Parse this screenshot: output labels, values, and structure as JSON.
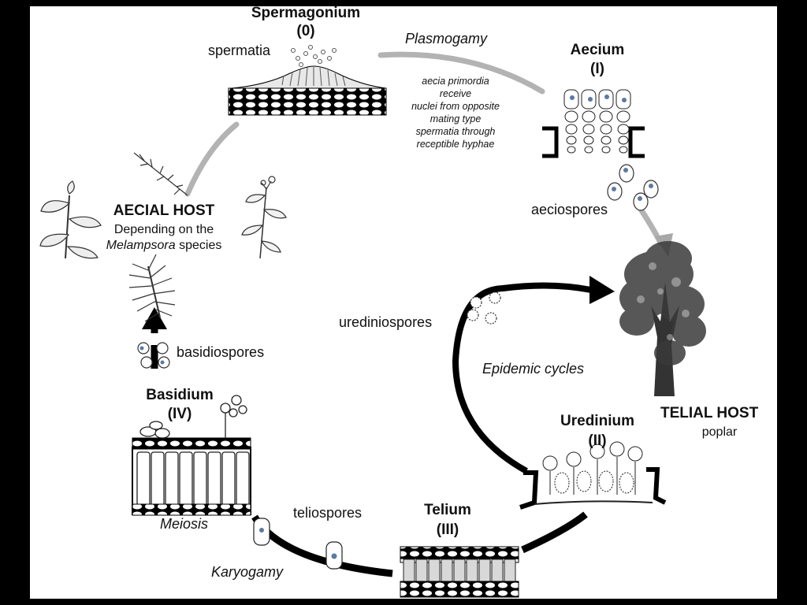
{
  "stages": {
    "spermagonium": {
      "name": "Spermagonium",
      "numeral": "(0)"
    },
    "aecium": {
      "name": "Aecium",
      "numeral": "(I)"
    },
    "uredinium": {
      "name": "Uredinium",
      "numeral": "(II)"
    },
    "telium": {
      "name": "Telium",
      "numeral": "(III)"
    },
    "basidium": {
      "name": "Basidium",
      "numeral": "(IV)"
    }
  },
  "spores": {
    "spermatia": "spermatia",
    "aeciospores": "aeciospores",
    "urediniospores": "urediniospores",
    "teliospores": "teliospores",
    "basidiospores": "basidiospores"
  },
  "processes": {
    "plasmogamy": "Plasmogamy",
    "karyogamy": "Karyogamy",
    "meiosis": "Meiosis",
    "epidemic": "Epidemic cycles"
  },
  "plasmogamy_note": [
    "aecia primordia",
    "receive",
    "nuclei from opposite",
    "mating type",
    "spermatia through",
    "receptible hyphae"
  ],
  "aecial_host": {
    "title": "AECIAL HOST",
    "line1": "Depending on the",
    "genus": "Melampsora",
    "line2_suffix": " species"
  },
  "telial_host": {
    "title": "TELIAL HOST",
    "subtitle": "poplar"
  },
  "colors": {
    "cycle_black": "#000000",
    "cycle_grey": "#b0b0b0",
    "nucleus_blue": "#5b7aa0"
  }
}
